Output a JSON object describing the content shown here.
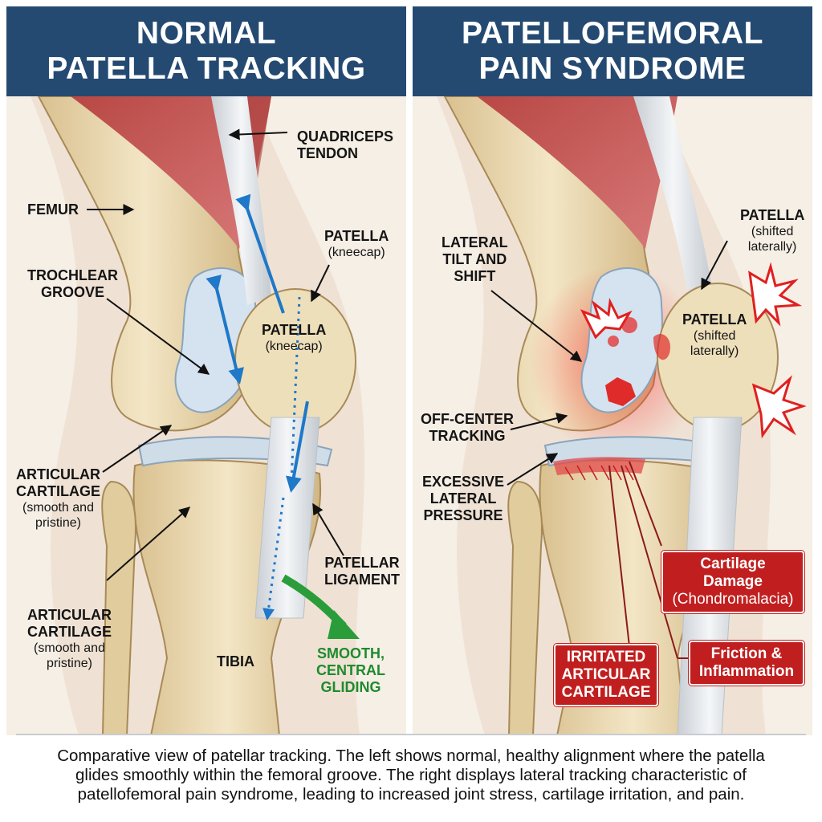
{
  "left_panel": {
    "title_line1": "NORMAL",
    "title_line2": "PATELLA TRACKING",
    "labels": {
      "quadriceps_line1": "QUADRICEPS",
      "quadriceps_line2": "TENDON",
      "femur": "FEMUR",
      "patella_outer": "PATELLA",
      "patella_outer_sub": "(kneecap)",
      "patella_inner": "PATELLA",
      "patella_inner_sub": "(kneecap)",
      "trochlear_line1": "TROCHLEAR",
      "trochlear_line2": "GROOVE",
      "cartilage1_line1": "ARTICULAR",
      "cartilage1_line2": "CARTILAGE",
      "cartilage1_sub1": "(smooth and",
      "cartilage1_sub2": "pristine)",
      "cartilage2_line1": "ARTICULAR",
      "cartilage2_line2": "CARTILAGE",
      "cartilage2_sub1": "(smooth and",
      "cartilage2_sub2": "pristine)",
      "ligament_line1": "PATELLAR",
      "ligament_line2": "LIGAMENT",
      "tibia": "TIBIA",
      "gliding_line1": "SMOOTH,",
      "gliding_line2": "CENTRAL",
      "gliding_line3": "GLIDING"
    }
  },
  "right_panel": {
    "title_line1": "PATELLOFEMORAL",
    "title_line2": "PAIN SYNDROME",
    "labels": {
      "tilt_line1": "LATERAL",
      "tilt_line2": "TILT AND",
      "tilt_line3": "SHIFT",
      "patella_outer": "PATELLA",
      "patella_outer_sub1": "(shifted",
      "patella_outer_sub2": "laterally)",
      "patella_inner": "PATELLA",
      "patella_inner_sub1": "(shifted",
      "patella_inner_sub2": "laterally)",
      "offcenter_line1": "OFF-CENTER",
      "offcenter_line2": "TRACKING",
      "pressure_line1": "EXCESSIVE",
      "pressure_line2": "LATERAL",
      "pressure_line3": "PRESSURE"
    },
    "boxes": {
      "damage_line1": "Cartilage",
      "damage_line2": "Damage",
      "damage_sub": "(Chondromalacia)",
      "friction_line1": "Friction &",
      "friction_line2": "Inflammation",
      "irritated_line1": "IRRITATED",
      "irritated_line2": "ARTICULAR",
      "irritated_line3": "CARTILAGE"
    }
  },
  "caption": {
    "line1": "Comparative view of patellar tracking. The left shows normal, healthy alignment where the patella",
    "line2": "glides smoothly within the femoral groove. The right displays lateral tracking characteristic of",
    "line3": "patellofemoral pain syndrome, leading to increased joint stress, cartilage irritation, and pain."
  },
  "colors": {
    "header": "#254a72",
    "bone": "#e9d7b0",
    "muscle": "#c85a58",
    "cartilage": "#cfe0ee",
    "tracking_arrow": "#1f78c8",
    "gliding_arrow": "#2a9d3a",
    "inflammation": "#d81f1f"
  }
}
